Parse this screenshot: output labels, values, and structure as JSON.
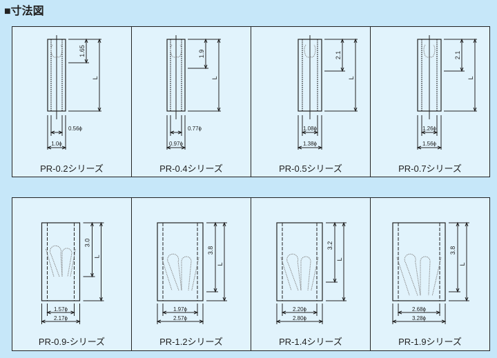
{
  "title": "■寸法図",
  "top": [
    {
      "label": "PR-0.2シリーズ",
      "depth": "1.65",
      "inner": "0.56ϕ",
      "outer": "1.0ϕ",
      "length": "L"
    },
    {
      "label": "PR-0.4シリーズ",
      "depth": "1.9",
      "inner": "0.77ϕ",
      "outer": "0.97ϕ",
      "length": "L"
    },
    {
      "label": "PR-0.5シリーズ",
      "depth": "2.1",
      "inner": "1.08ϕ",
      "outer": "1.38ϕ",
      "length": "L"
    },
    {
      "label": "PR-0.7シリーズ",
      "depth": "2.1",
      "inner": "1.26ϕ",
      "outer": "1.56ϕ",
      "length": "L"
    }
  ],
  "bottom": [
    {
      "label": "PR-0.9-シリーズ",
      "depth": "3.0",
      "inner": "1.57ϕ",
      "outer": "2.17ϕ",
      "length": "L"
    },
    {
      "label": "PR-1.2シリーズ",
      "depth": "3.8",
      "inner": "1.97ϕ",
      "outer": "2.57ϕ",
      "length": "L"
    },
    {
      "label": "PR-1.4シリーズ",
      "depth": "3.2",
      "inner": "2.20ϕ",
      "outer": "2.80ϕ",
      "length": "L"
    },
    {
      "label": "PR-1.9シリーズ",
      "depth": "3.8",
      "inner": "2.68ϕ",
      "outer": "3.28ϕ",
      "length": "L"
    }
  ]
}
